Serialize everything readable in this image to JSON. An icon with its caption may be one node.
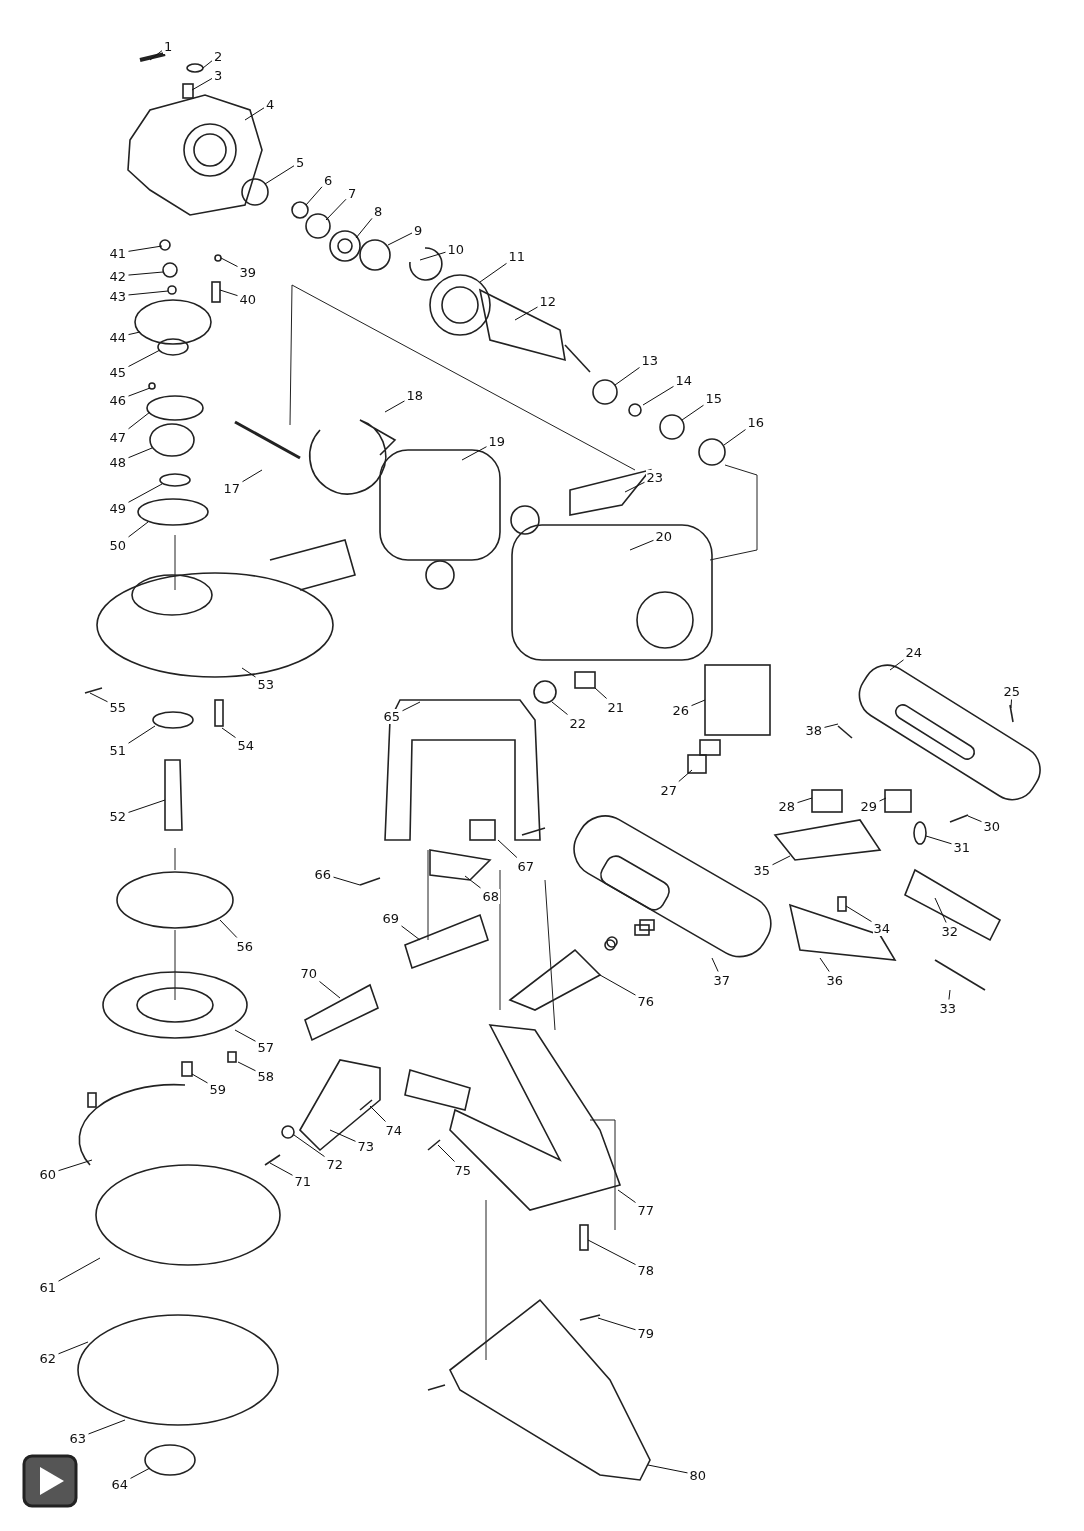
{
  "diagram": {
    "nodes": [
      {
        "text": [
          "1"
        ]
      },
      {
        "text": [
          "2"
        ]
      },
      {
        "text": [
          "3"
        ]
      },
      {
        "text": [
          "4"
        ]
      },
      {
        "text": [
          "5"
        ]
      },
      {
        "text": [
          "6"
        ]
      },
      {
        "text": [
          "7"
        ]
      },
      {
        "text": [
          "8"
        ]
      },
      {
        "text": [
          "9"
        ]
      },
      {
        "text": [
          "10"
        ]
      },
      {
        "text": [
          "11"
        ]
      },
      {
        "text": [
          "12"
        ]
      },
      {
        "text": [
          "13"
        ]
      },
      {
        "text": [
          "14"
        ]
      },
      {
        "text": [
          "15"
        ]
      },
      {
        "text": [
          "16"
        ]
      },
      {
        "text": [
          "17"
        ]
      },
      {
        "text": [
          "18"
        ]
      },
      {
        "text": [
          "19"
        ]
      },
      {
        "text": [
          "20"
        ]
      },
      {
        "text": [
          "21"
        ]
      },
      {
        "text": [
          "22"
        ]
      },
      {
        "text": [
          "23"
        ]
      },
      {
        "text": [
          "24"
        ]
      },
      {
        "text": [
          "25"
        ]
      },
      {
        "text": [
          "26"
        ]
      },
      {
        "text": [
          "27"
        ]
      },
      {
        "text": [
          "28"
        ]
      },
      {
        "text": [
          "29"
        ]
      },
      {
        "text": [
          "30"
        ]
      },
      {
        "text": [
          "31"
        ]
      },
      {
        "text": [
          "32"
        ]
      },
      {
        "text": [
          "33"
        ]
      },
      {
        "text": [
          "34"
        ]
      },
      {
        "text": [
          "35"
        ]
      },
      {
        "text": [
          "36"
        ]
      },
      {
        "text": [
          "37"
        ]
      },
      {
        "text": [
          "38"
        ]
      },
      {
        "text": [
          "39"
        ]
      },
      {
        "text": [
          "40"
        ]
      },
      {
        "text": [
          "41"
        ]
      },
      {
        "text": [
          "42"
        ]
      },
      {
        "text": [
          "43"
        ]
      },
      {
        "text": [
          "44"
        ]
      },
      {
        "text": [
          "45"
        ]
      },
      {
        "text": [
          "46"
        ]
      },
      {
        "text": [
          "47"
        ]
      },
      {
        "text": [
          "48"
        ]
      },
      {
        "text": [
          "49"
        ]
      },
      {
        "text": [
          "50"
        ]
      },
      {
        "text": [
          "51"
        ]
      },
      {
        "text": [
          "52"
        ]
      },
      {
        "text": [
          "53"
        ]
      },
      {
        "text": [
          "54"
        ]
      },
      {
        "text": [
          "55"
        ]
      },
      {
        "text": [
          "56"
        ]
      },
      {
        "text": [
          "57"
        ]
      },
      {
        "text": [
          "58"
        ]
      },
      {
        "text": [
          "59"
        ]
      },
      {
        "text": [
          "60"
        ]
      },
      {
        "text": [
          "61"
        ]
      },
      {
        "text": [
          "62"
        ]
      },
      {
        "text": [
          "63"
        ]
      },
      {
        "text": [
          "64"
        ]
      },
      {
        "text": [
          "65"
        ]
      },
      {
        "text": [
          "66"
        ]
      },
      {
        "text": [
          "67"
        ]
      },
      {
        "text": [
          "68"
        ]
      },
      {
        "text": [
          "69"
        ]
      },
      {
        "text": [
          "70"
        ]
      },
      {
        "text": [
          "71"
        ]
      },
      {
        "text": [
          "72"
        ]
      },
      {
        "text": [
          "73"
        ]
      },
      {
        "text": [
          "74"
        ]
      },
      {
        "text": [
          "75"
        ]
      },
      {
        "text": [
          "76"
        ]
      },
      {
        "text": [
          "77"
        ]
      },
      {
        "text": [
          "78"
        ]
      },
      {
        "text": [
          "79"
        ]
      },
      {
        "text": [
          "80"
        ]
      }
    ],
    "edges": [
      {
        "from": 0,
        "to": null,
        "arrow": "none"
      },
      {
        "from": 1,
        "to": null,
        "arrow": "none"
      },
      {
        "from": 2,
        "to": null,
        "arrow": "none"
      },
      {
        "from": 3,
        "to": null,
        "arrow": "none"
      },
      {
        "from": 4,
        "to": null,
        "arrow": "none"
      },
      {
        "from": 5,
        "to": null,
        "arrow": "none"
      },
      {
        "from": 6,
        "to": null,
        "arrow": "none"
      },
      {
        "from": 7,
        "to": null,
        "arrow": "none"
      },
      {
        "from": 8,
        "to": null,
        "arrow": "none"
      },
      {
        "from": 9,
        "to": null,
        "arrow": "none"
      },
      {
        "from": 10,
        "to": null,
        "arrow": "none"
      },
      {
        "from": 11,
        "to": null,
        "arrow": "none"
      },
      {
        "from": 12,
        "to": null,
        "arrow": "none"
      },
      {
        "from": 13,
        "to": null,
        "arrow": "none"
      },
      {
        "from": 14,
        "to": null,
        "arrow": "none"
      },
      {
        "from": 15,
        "to": null,
        "arrow": "none"
      },
      {
        "from": 16,
        "to": null,
        "arrow": "none"
      },
      {
        "from": 17,
        "to": null,
        "arrow": "none"
      },
      {
        "from": 18,
        "to": null,
        "arrow": "none"
      },
      {
        "from": 19,
        "to": null,
        "arrow": "none"
      },
      {
        "from": 20,
        "to": null,
        "arrow": "none"
      },
      {
        "from": 21,
        "to": null,
        "arrow": "none"
      },
      {
        "from": 22,
        "to": null,
        "arrow": "none"
      },
      {
        "from": 23,
        "to": null,
        "arrow": "none"
      },
      {
        "from": 24,
        "to": null,
        "arrow": "none"
      },
      {
        "from": 25,
        "to": null,
        "arrow": "none"
      },
      {
        "from": 26,
        "to": null,
        "arrow": "none"
      },
      {
        "from": 27,
        "to": null,
        "arrow": "none"
      },
      {
        "from": 28,
        "to": null,
        "arrow": "none"
      },
      {
        "from": 29,
        "to": null,
        "arrow": "none"
      },
      {
        "from": 30,
        "to": null,
        "arrow": "none"
      },
      {
        "from": 31,
        "to": null,
        "arrow": "none"
      },
      {
        "from": 32,
        "to": null,
        "arrow": "none"
      },
      {
        "from": 33,
        "to": null,
        "arrow": "none"
      },
      {
        "from": 34,
        "to": null,
        "arrow": "none"
      },
      {
        "from": 35,
        "to": null,
        "arrow": "none"
      },
      {
        "from": 36,
        "to": null,
        "arrow": "none"
      },
      {
        "from": 37,
        "to": null,
        "arrow": "none"
      },
      {
        "from": 38,
        "to": null,
        "arrow": "none"
      },
      {
        "from": 39,
        "to": null,
        "arrow": "none"
      },
      {
        "from": 40,
        "to": null,
        "arrow": "none"
      },
      {
        "from": 41,
        "to": null,
        "arrow": "none"
      },
      {
        "from": 42,
        "to": null,
        "arrow": "none"
      },
      {
        "from": 43,
        "to": null,
        "arrow": "none"
      },
      {
        "from": 44,
        "to": null,
        "arrow": "none"
      },
      {
        "from": 45,
        "to": null,
        "arrow": "none"
      },
      {
        "from": 46,
        "to": null,
        "arrow": "none"
      },
      {
        "from": 47,
        "to": null,
        "arrow": "none"
      },
      {
        "from": 48,
        "to": null,
        "arrow": "none"
      },
      {
        "from": 49,
        "to": null,
        "arrow": "none"
      },
      {
        "from": 50,
        "to": null,
        "arrow": "none"
      },
      {
        "from": 51,
        "to": null,
        "arrow": "none"
      },
      {
        "from": 52,
        "to": null,
        "arrow": "none"
      },
      {
        "from": 53,
        "to": null,
        "arrow": "none"
      },
      {
        "from": 54,
        "to": null,
        "arrow": "none"
      },
      {
        "from": 55,
        "to": null,
        "arrow": "none"
      },
      {
        "from": 56,
        "to": null,
        "arrow": "none"
      },
      {
        "from": 57,
        "to": null,
        "arrow": "none"
      },
      {
        "from": 58,
        "to": null,
        "arrow": "none"
      },
      {
        "from": 59,
        "to": null,
        "arrow": "none"
      },
      {
        "from": 60,
        "to": null,
        "arrow": "none"
      },
      {
        "from": 61,
        "to": null,
        "arrow": "none"
      },
      {
        "from": 62,
        "to": null,
        "arrow": "none"
      },
      {
        "from": 63,
        "to": null,
        "arrow": "none"
      },
      {
        "from": 64,
        "to": null,
        "arrow": "none"
      },
      {
        "from": 65,
        "to": null,
        "arrow": "none"
      },
      {
        "from": 66,
        "to": null,
        "arrow": "none"
      },
      {
        "from": 67,
        "to": null,
        "arrow": "none"
      },
      {
        "from": 68,
        "to": null,
        "arrow": "none"
      },
      {
        "from": 69,
        "to": null,
        "arrow": "none"
      },
      {
        "from": 70,
        "to": null,
        "arrow": "none"
      },
      {
        "from": 71,
        "to": null,
        "arrow": "none"
      },
      {
        "from": 72,
        "to": null,
        "arrow": "none"
      },
      {
        "from": 73,
        "to": null,
        "arrow": "none"
      },
      {
        "from": 74,
        "to": null,
        "arrow": "none"
      },
      {
        "from": 75,
        "to": null,
        "arrow": "none"
      },
      {
        "from": 76,
        "to": null,
        "arrow": "none"
      },
      {
        "from": 77,
        "to": null,
        "arrow": "none"
      },
      {
        "from": 78,
        "to": null,
        "arrow": "none"
      },
      {
        "from": 79,
        "to": null,
        "arrow": "none"
      }
    ]
  }
}
